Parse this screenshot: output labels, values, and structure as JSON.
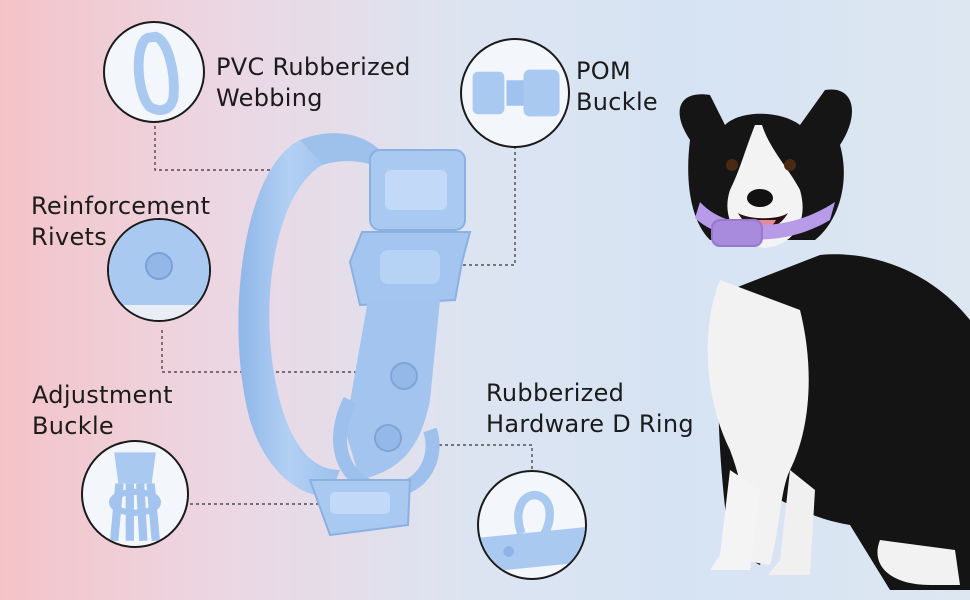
{
  "callouts": {
    "webbing": "PVC Rubberized\nWebbing",
    "buckle": "POM\nBuckle",
    "rivets": "Reinforcement\nRivets",
    "adjust": "Adjustment\nBuckle",
    "dring": "Rubberized\nHardware D Ring"
  },
  "colors": {
    "collar": "#a9c9f1",
    "dog_collar": "#b79be8"
  }
}
